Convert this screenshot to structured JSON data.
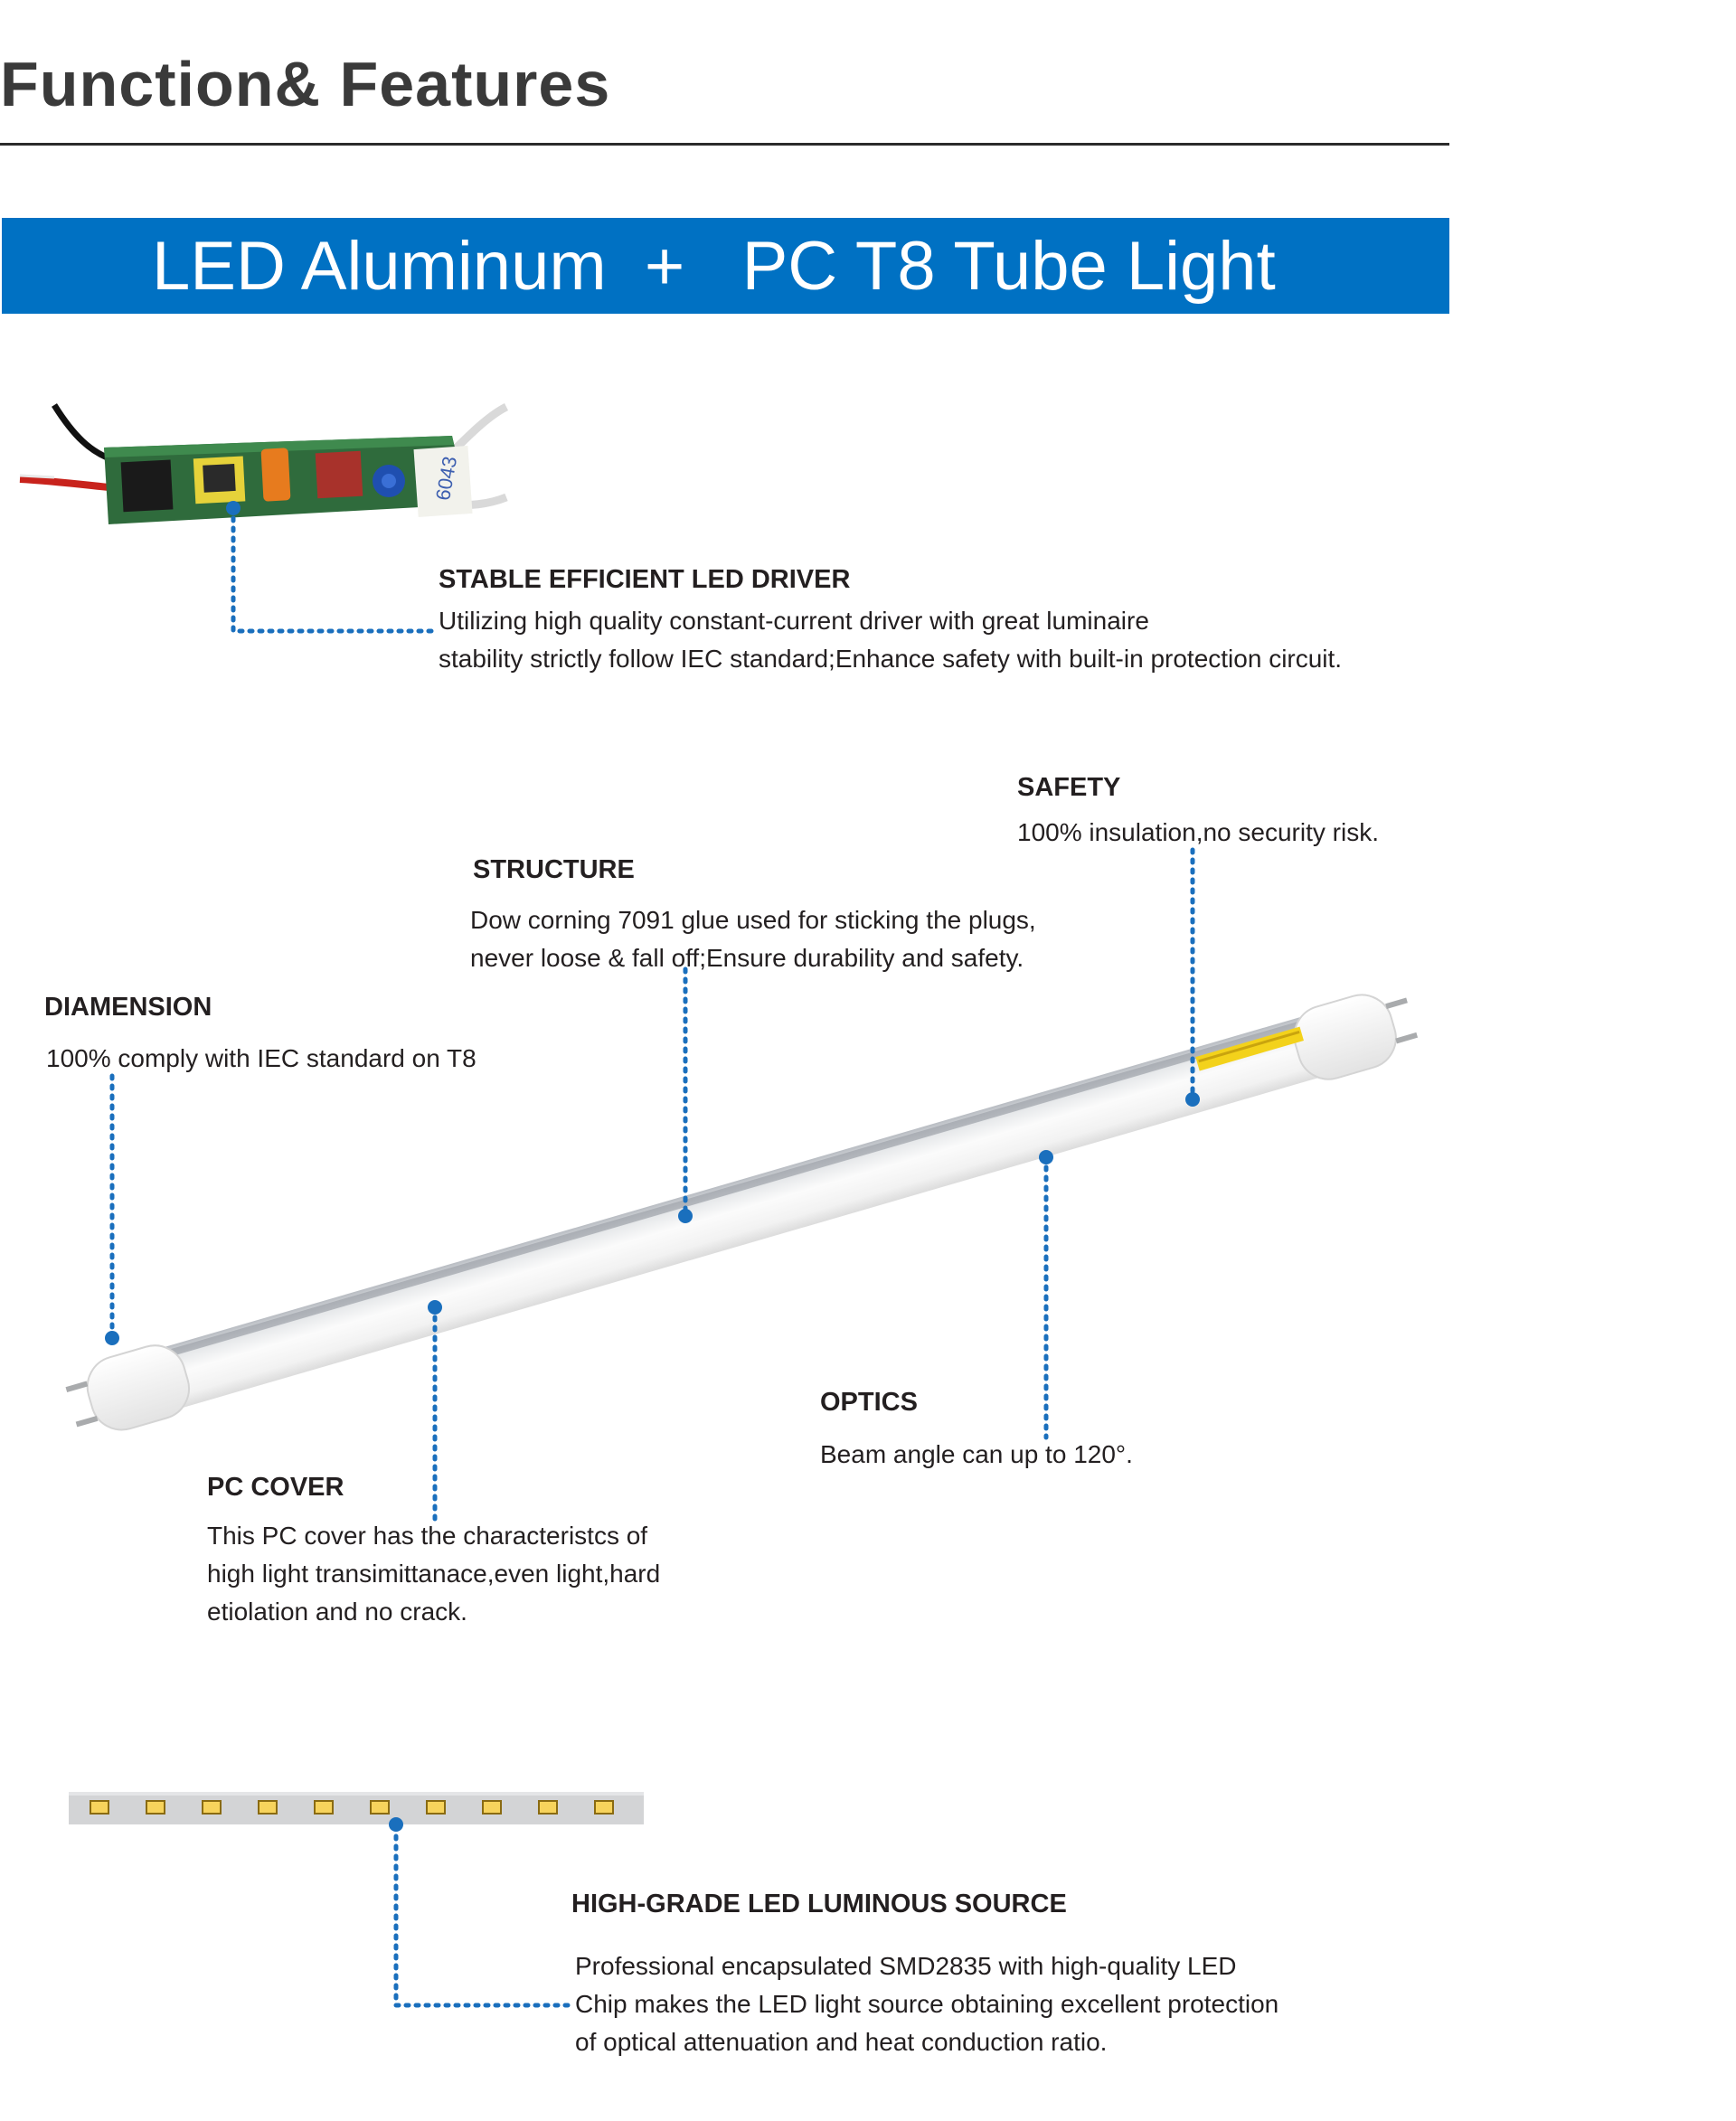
{
  "page": {
    "title": "Function& Features",
    "banner": "LED Aluminum  +   PC T8 Tube Light"
  },
  "colors": {
    "banner_blue": "#0071c3",
    "callout_blue": "#1a6fbd",
    "text_dark": "#231f20"
  },
  "features": {
    "driver": {
      "heading": "STABLE EFFICIENT LED DRIVER",
      "lines": [
        "Utilizing high quality constant-current driver with great luminaire",
        "stability strictly follow IEC standard;Enhance safety with built-in protection circuit."
      ]
    },
    "safety": {
      "heading": "SAFETY",
      "lines": [
        "100% insulation,no security risk."
      ]
    },
    "structure": {
      "heading": "STRUCTURE",
      "lines": [
        "Dow corning 7091 glue used for sticking the plugs,",
        "never loose & fall off;Ensure durability and safety."
      ]
    },
    "dimension": {
      "heading": "DIAMENSION",
      "lines": [
        "100% comply with IEC standard on T8"
      ]
    },
    "optics": {
      "heading": "OPTICS",
      "lines": [
        "Beam angle can up to 120°."
      ]
    },
    "pc_cover": {
      "heading": "PC COVER",
      "lines": [
        "This PC cover has the characteristcs of",
        "high light transimittanace,even light,hard",
        "etiolation and no crack."
      ]
    },
    "led_source": {
      "heading": "HIGH-GRADE LED LUMINOUS SOURCE",
      "lines": [
        "Professional encapsulated SMD2835 with high-quality LED",
        "Chip makes the LED light source obtaining excellent protection",
        "of optical attenuation and heat conduction ratio."
      ]
    }
  },
  "images": {
    "driver_board": "led-driver-board-photo",
    "tube": "t8-tube-light-photo",
    "led_strip": "smd2835-led-strip-photo"
  }
}
